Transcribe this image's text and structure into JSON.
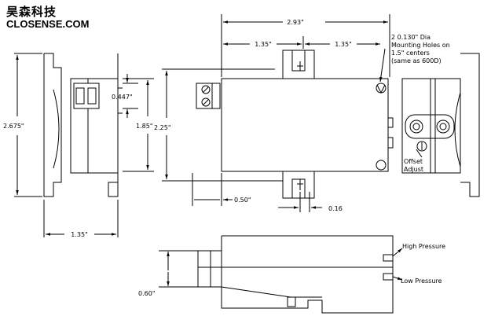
{
  "brand": {
    "chinese_name": "昊森科技",
    "website": "CLOSENSE.COM"
  },
  "dimensions": {
    "overall_width": "2.93\"",
    "hole_spacing_left": "1.35\"",
    "hole_spacing_right": "1.35\"",
    "side_height": "2.675\"",
    "side_width": "1.35\"",
    "connector_height": "0.447\"",
    "body_height": "1.85\"",
    "flange_height": "2.25\"",
    "tab_offset": "0.50\"",
    "slot_width": "0.16",
    "bottom_height": "0.60\""
  },
  "notes": {
    "mounting_line1": "2 0.130\" Dia",
    "mounting_line2": "Mounting Holes on",
    "mounting_line3": "1.5\" centers",
    "mounting_line4": "(same as 600D)",
    "offset_line1": "Offset",
    "offset_line2": "Adjust",
    "high_pressure": "High Pressure",
    "low_pressure": "Low Pressure"
  }
}
